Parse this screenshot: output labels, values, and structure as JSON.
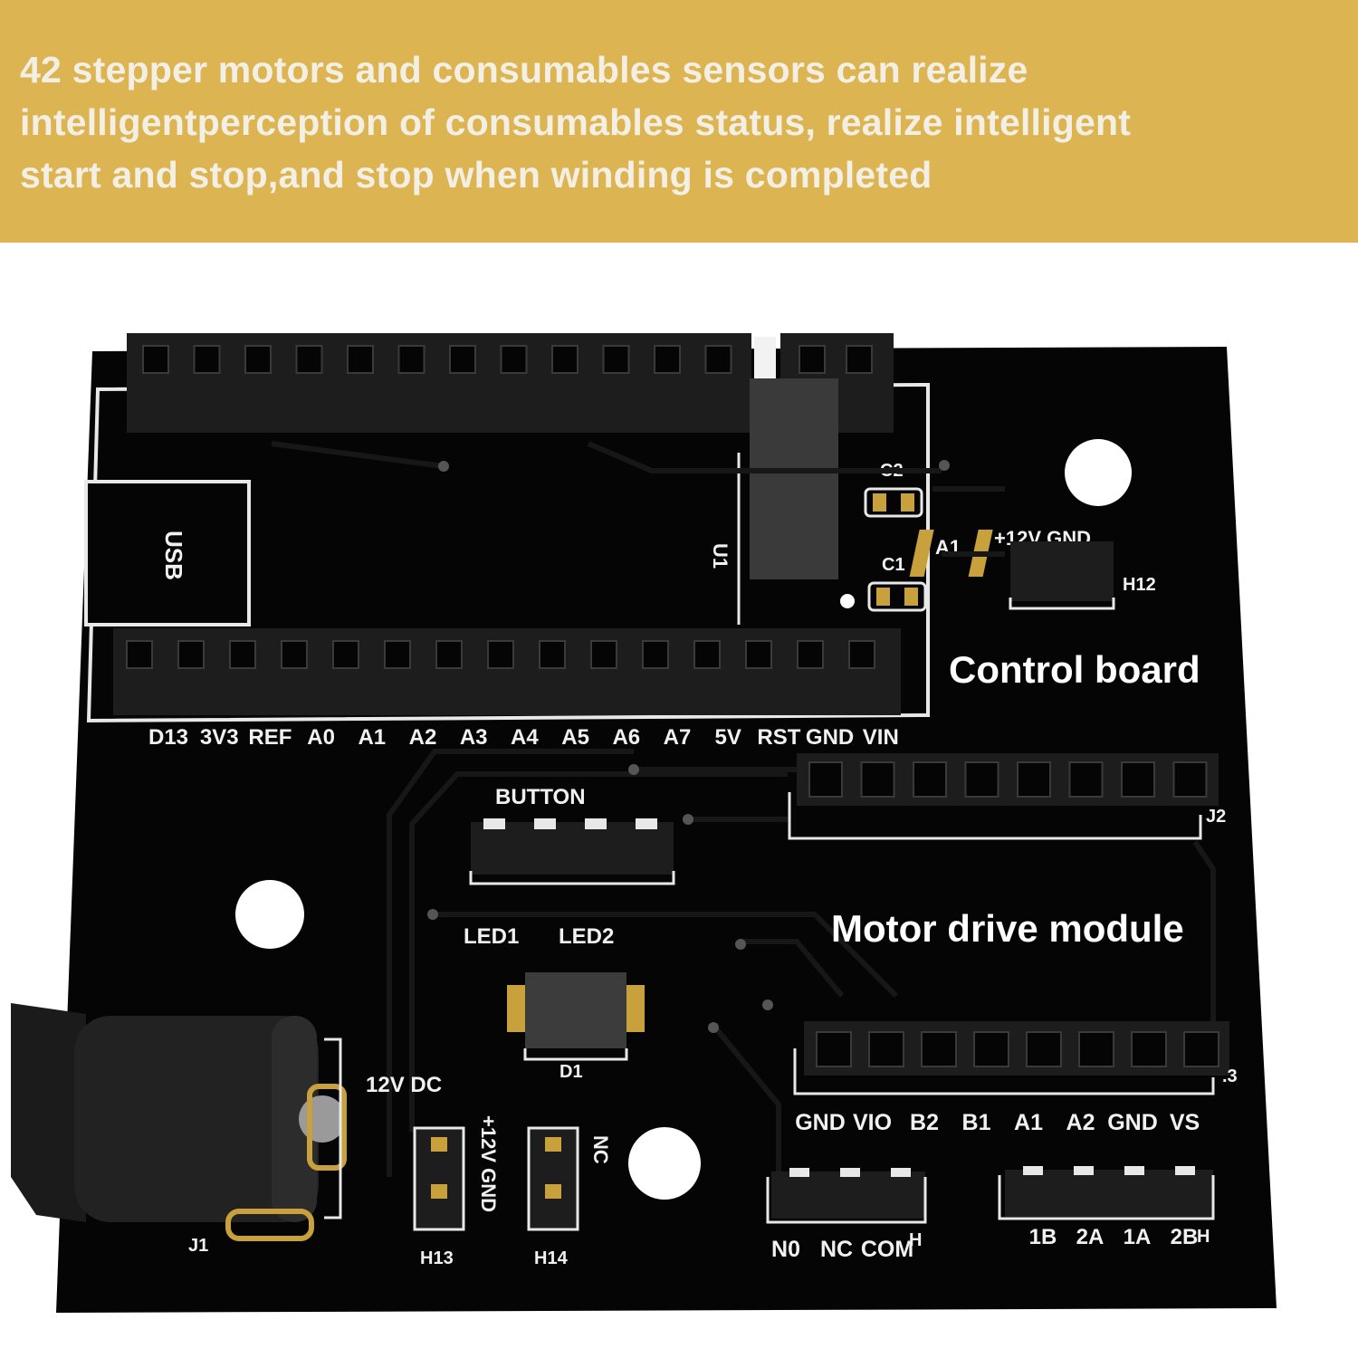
{
  "banner": {
    "text": "42 stepper motors and consumables sensors can realize\nintelligentperception of consumables status, realize intelligent\nstart and stop,and stop when winding is completed",
    "background": "#dcb552",
    "text_color": "#f4efe4"
  },
  "board": {
    "pcb_color": "#050505",
    "silk_color": "#f1f1f1",
    "gold_color": "#c9a13c",
    "section_control": "Control board",
    "section_motor": "Motor drive module",
    "usb_label": "USB",
    "u1_label": "U1",
    "top_pins": [
      "D13",
      "3V3",
      "REF",
      "A0",
      "A1",
      "A2",
      "A3",
      "A4",
      "A5",
      "A6",
      "A7",
      "5V",
      "RST",
      "GND",
      "VIN"
    ],
    "c2": "C2",
    "c1": "C1",
    "a1": "A1",
    "h12_pins": "+12V GND",
    "h12": "H12",
    "button": "BUTTON",
    "j2": "J2",
    "led1": "LED1",
    "led2": "LED2",
    "d1": "D1",
    "j3": ".3",
    "motor_pins": [
      "GND",
      "VIO",
      "B2",
      "B1",
      "A1",
      "A2",
      "GND",
      "VS"
    ],
    "dc": "12V DC",
    "j1": "J1",
    "h13_pins": "+12V GND",
    "h13": "H13",
    "h14_pins": "NC",
    "h14": "H14",
    "switch_pins": [
      "N0",
      "NC",
      "COM"
    ],
    "switch_header": "H",
    "stepper_pins": [
      "1B",
      "2A",
      "1A",
      "2B"
    ],
    "stepper_header": "H"
  }
}
